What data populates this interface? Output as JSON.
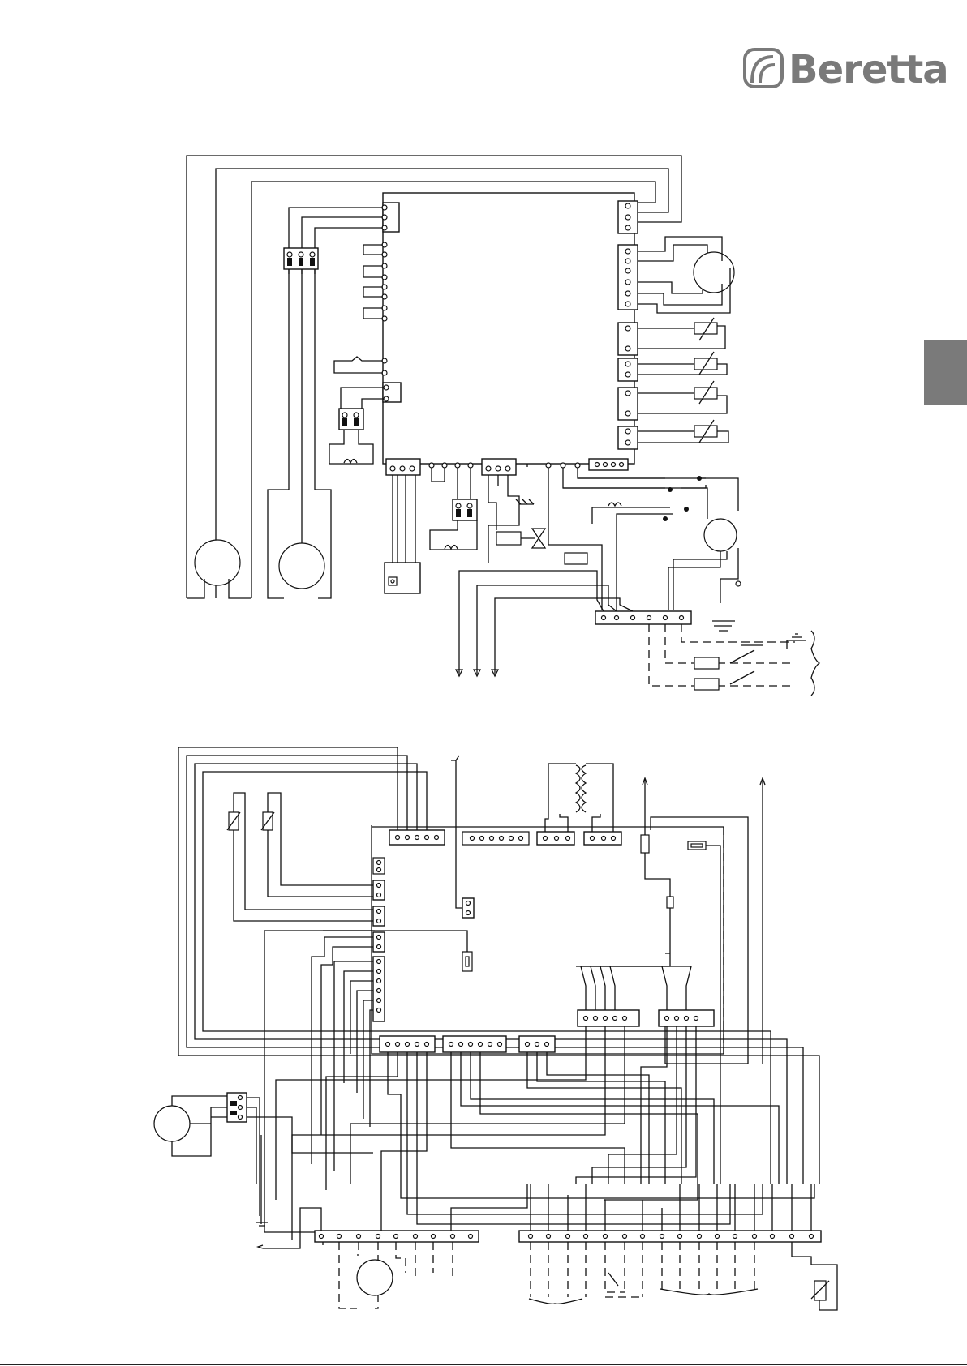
{
  "brand": {
    "name": "Beretta",
    "logo_icon": "beretta-swirl-icon",
    "color": "#7a7a7a"
  },
  "section_tab": {
    "color": "#7a7a7a"
  },
  "diagrams": [
    {
      "id": "upper-wiring-diagram"
    },
    {
      "id": "lower-wiring-diagram"
    }
  ]
}
